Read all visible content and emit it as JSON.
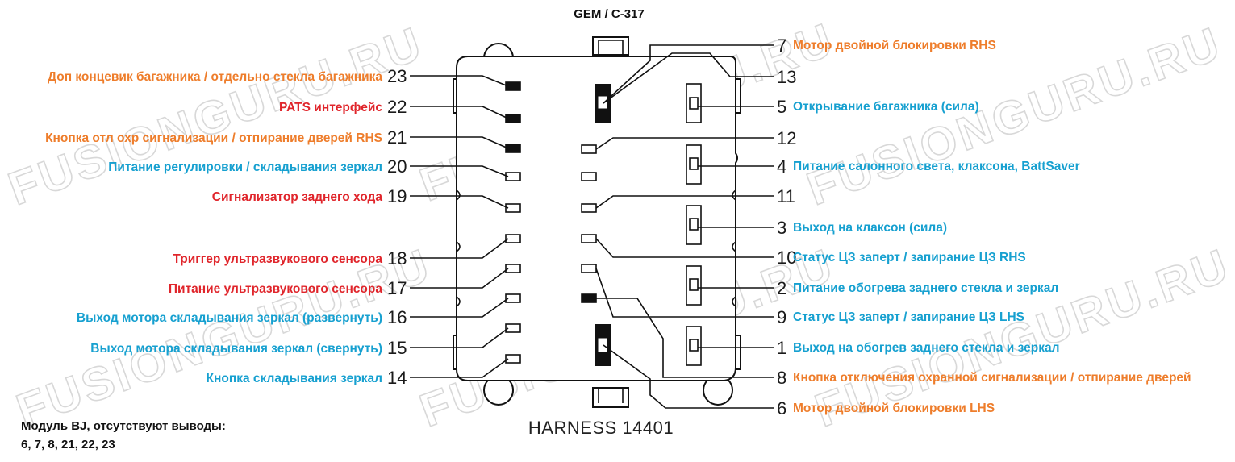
{
  "title": "GEM / C-317",
  "harness_label": "HARNESS 14401",
  "note": {
    "line1": "Модуль BJ, отсутствуют выводы:",
    "line2": "6, 7, 8, 21, 22, 23"
  },
  "watermark": "FUSIONGURU.RU",
  "colors": {
    "orange": "#ee7d2b",
    "red": "#e0252b",
    "blue": "#16a0d0"
  },
  "left_pins": [
    {
      "num": "23",
      "label": "Доп концевик багажника / отдельно стекла багажника",
      "color": "orange"
    },
    {
      "num": "22",
      "label": "PATS интерфейс",
      "color": "red"
    },
    {
      "num": "21",
      "label": "Кнопка отл охр сигнализации / отпирание дверей  RHS",
      "color": "orange"
    },
    {
      "num": "20",
      "label": "Питание регулировки / складывания зеркал",
      "color": "blue"
    },
    {
      "num": "19",
      "label": "Сигнализатор заднего хода",
      "color": "red"
    },
    {
      "num": "18",
      "label": "Триггер ультразвукового сенсора",
      "color": "red"
    },
    {
      "num": "17",
      "label": "Питание ультразвукового сенсора",
      "color": "red"
    },
    {
      "num": "16",
      "label": "Выход мотора складывания зеркал (развернуть)",
      "color": "blue"
    },
    {
      "num": "15",
      "label": "Выход мотора складывания зеркал (свернуть)",
      "color": "blue"
    },
    {
      "num": "14",
      "label": "Кнопка складывания зеркал",
      "color": "blue"
    }
  ],
  "right_pins": [
    {
      "num": "7",
      "label": "Мотор двойной блокировки   RHS",
      "color": "orange"
    },
    {
      "num": "13",
      "label": "",
      "color": "blue"
    },
    {
      "num": "5",
      "label": "Открывание багажника (сила)",
      "color": "blue"
    },
    {
      "num": "12",
      "label": "",
      "color": "blue"
    },
    {
      "num": "4",
      "label": "Питание салонного света, клаксона, BattSaver",
      "color": "blue"
    },
    {
      "num": "11",
      "label": "",
      "color": "blue"
    },
    {
      "num": "3",
      "label": "Выход на клаксон (сила)",
      "color": "blue"
    },
    {
      "num": "10",
      "label": "Статус ЦЗ заперт / запирание ЦЗ   RHS",
      "color": "blue"
    },
    {
      "num": "2",
      "label": "Питание обогрева заднего стекла и зеркал",
      "color": "blue"
    },
    {
      "num": "9",
      "label": "Статус ЦЗ заперт / запирание ЦЗ   LHS",
      "color": "blue"
    },
    {
      "num": "1",
      "label": "Выход на обогрев заднего стекла и зеркал",
      "color": "blue"
    },
    {
      "num": "8",
      "label": "Кнопка отключения охранной сигнализации / отпирание дверей",
      "color": "orange"
    },
    {
      "num": "6",
      "label": "Мотор двойной блокировки   LHS",
      "color": "orange"
    }
  ]
}
